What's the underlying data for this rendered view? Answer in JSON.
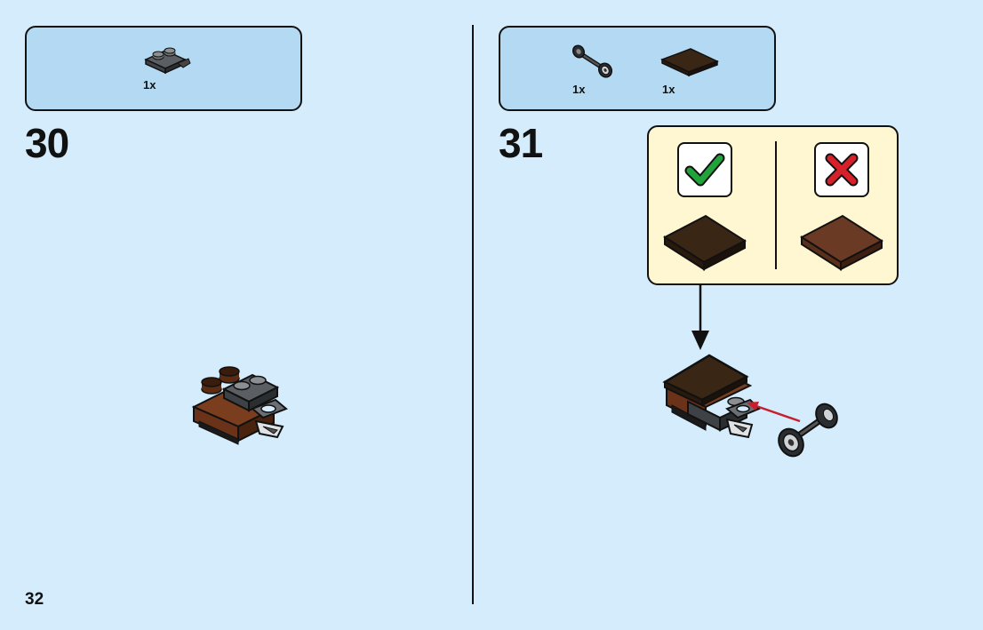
{
  "page": {
    "number": "32"
  },
  "steps": [
    {
      "number": "30",
      "parts": [
        {
          "qty": "1x",
          "icon": "dark-gray-clip-plate"
        }
      ]
    },
    {
      "number": "31",
      "parts": [
        {
          "qty": "1x",
          "icon": "axle-with-wheels"
        },
        {
          "qty": "1x",
          "icon": "dark-brown-tile"
        }
      ],
      "callout": {
        "correct_icon": "check-icon",
        "wrong_icon": "cross-icon",
        "correct_color": "#3a2615",
        "wrong_color": "#6b3a24"
      }
    }
  ],
  "colors": {
    "background": "#d4ecfb",
    "parts_box": "#b4daf3",
    "callout": "#fff6d2",
    "check": "#22a23a",
    "cross": "#d6202a",
    "arrow_red": "#c61f2e"
  }
}
